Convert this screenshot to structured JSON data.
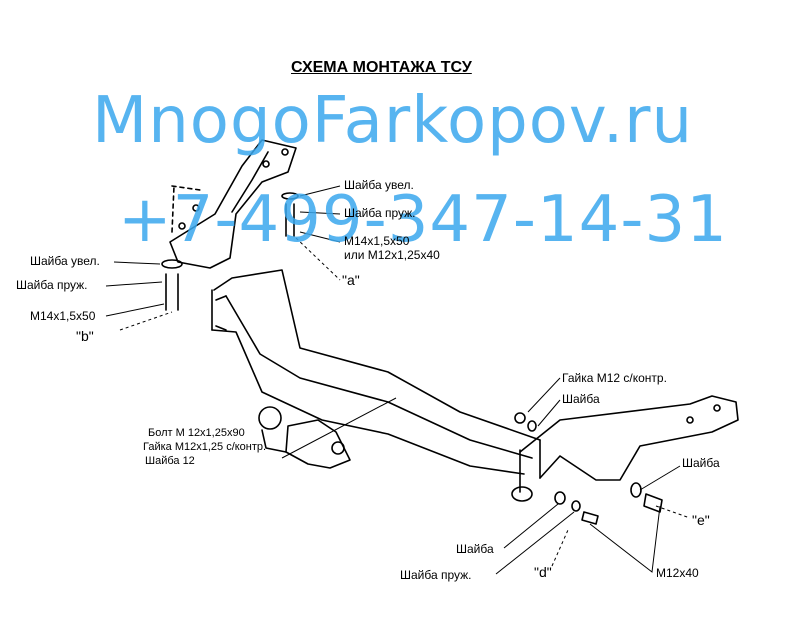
{
  "title": "СХЕМА МОНТАЖА ТСУ",
  "watermark": {
    "site": "MnogoFarkopov.ru",
    "phone": "+7-499-347-14-31",
    "color": "#3aa8ee"
  },
  "labels": {
    "washer_large_right": "Шайба увел.",
    "washer_spring_right": "Шайба пруж.",
    "bolt_a_line1": "M14x1,5x50",
    "bolt_a_line2": "или M12x1,25x40",
    "mark_a": "\"a\"",
    "washer_large_left": "Шайба увел.",
    "washer_spring_left": "Шайба пруж.",
    "bolt_b": "M14x1,5x50",
    "mark_b": "\"b\"",
    "ball_bolt": "Болт М 12x1,25x90",
    "ball_nut": "Гайка М12x1,25 с/контр.",
    "ball_washer": "Шайба 12",
    "nut_e": "Гайка М12 с/контр.",
    "washer_e_top": "Шайба",
    "washer_e_right": "Шайба",
    "mark_e": "\"e\"",
    "washer_d": "Шайба",
    "washer_spring_d": "Шайба пруж.",
    "mark_d": "\"d\"",
    "bolt_d": "M12x40"
  }
}
